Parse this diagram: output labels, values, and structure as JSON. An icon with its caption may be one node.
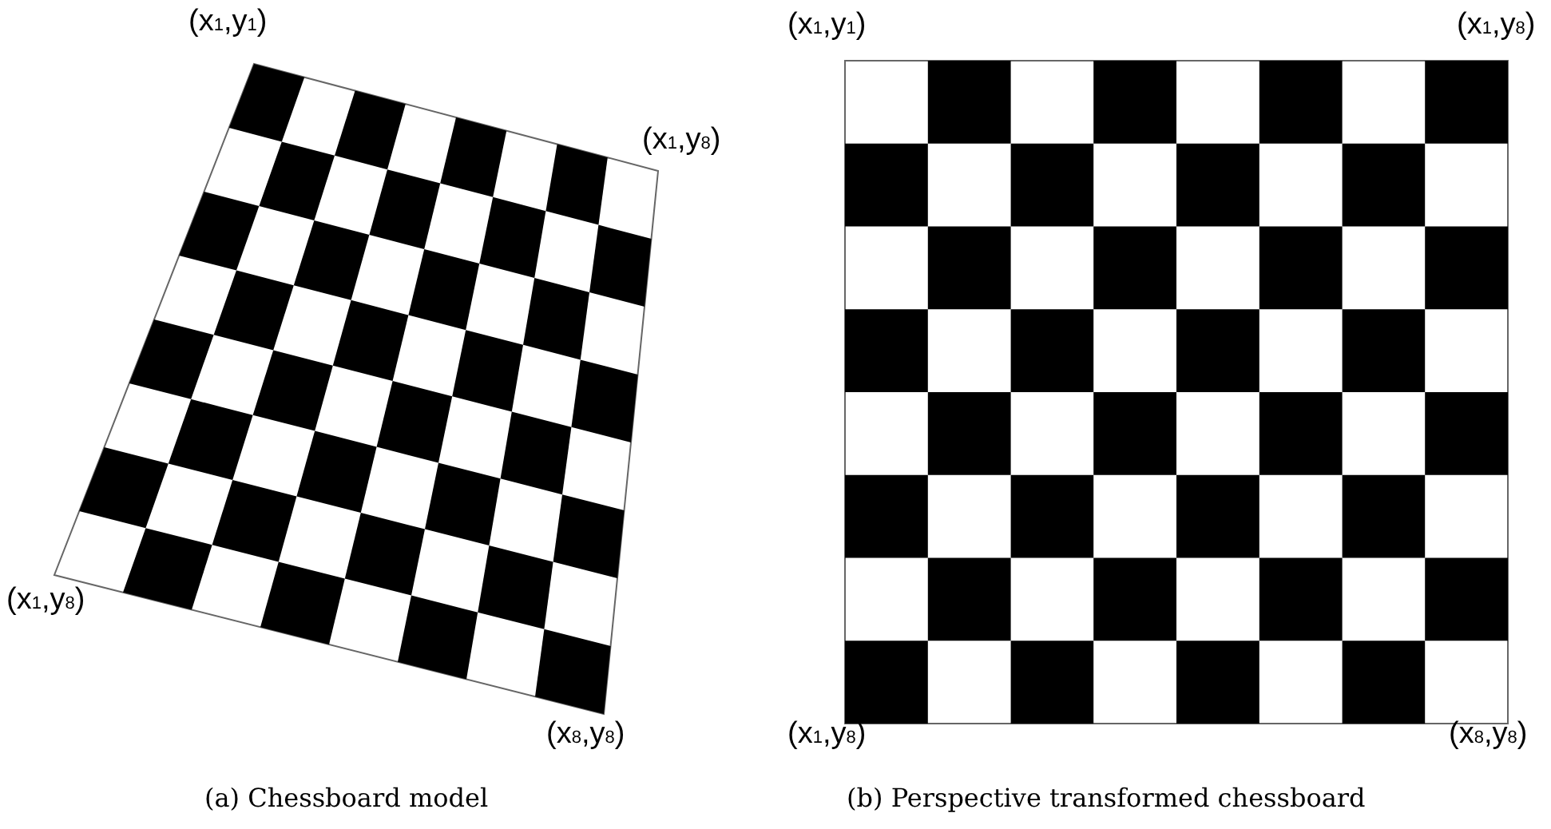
{
  "diagram": {
    "labels": [
      "(x$_{1}$,y$_{1}$)",
      "(x$_{1}$,y$_{8}$)",
      "(x$_{1}$,y$_{8}$)",
      "(x$_{8}$,y$_{8}$)",
      "(a) Chessboard model",
      "(x$_{1}$,y$_{1}$)",
      "(x$_{1}$,y$_{8}$)",
      "(x$_{1}$,y$_{8}$)",
      "(x$_{8}$,y$_{8}$)",
      "(b) Perspective transformed chessboard"
    ]
  }
}
